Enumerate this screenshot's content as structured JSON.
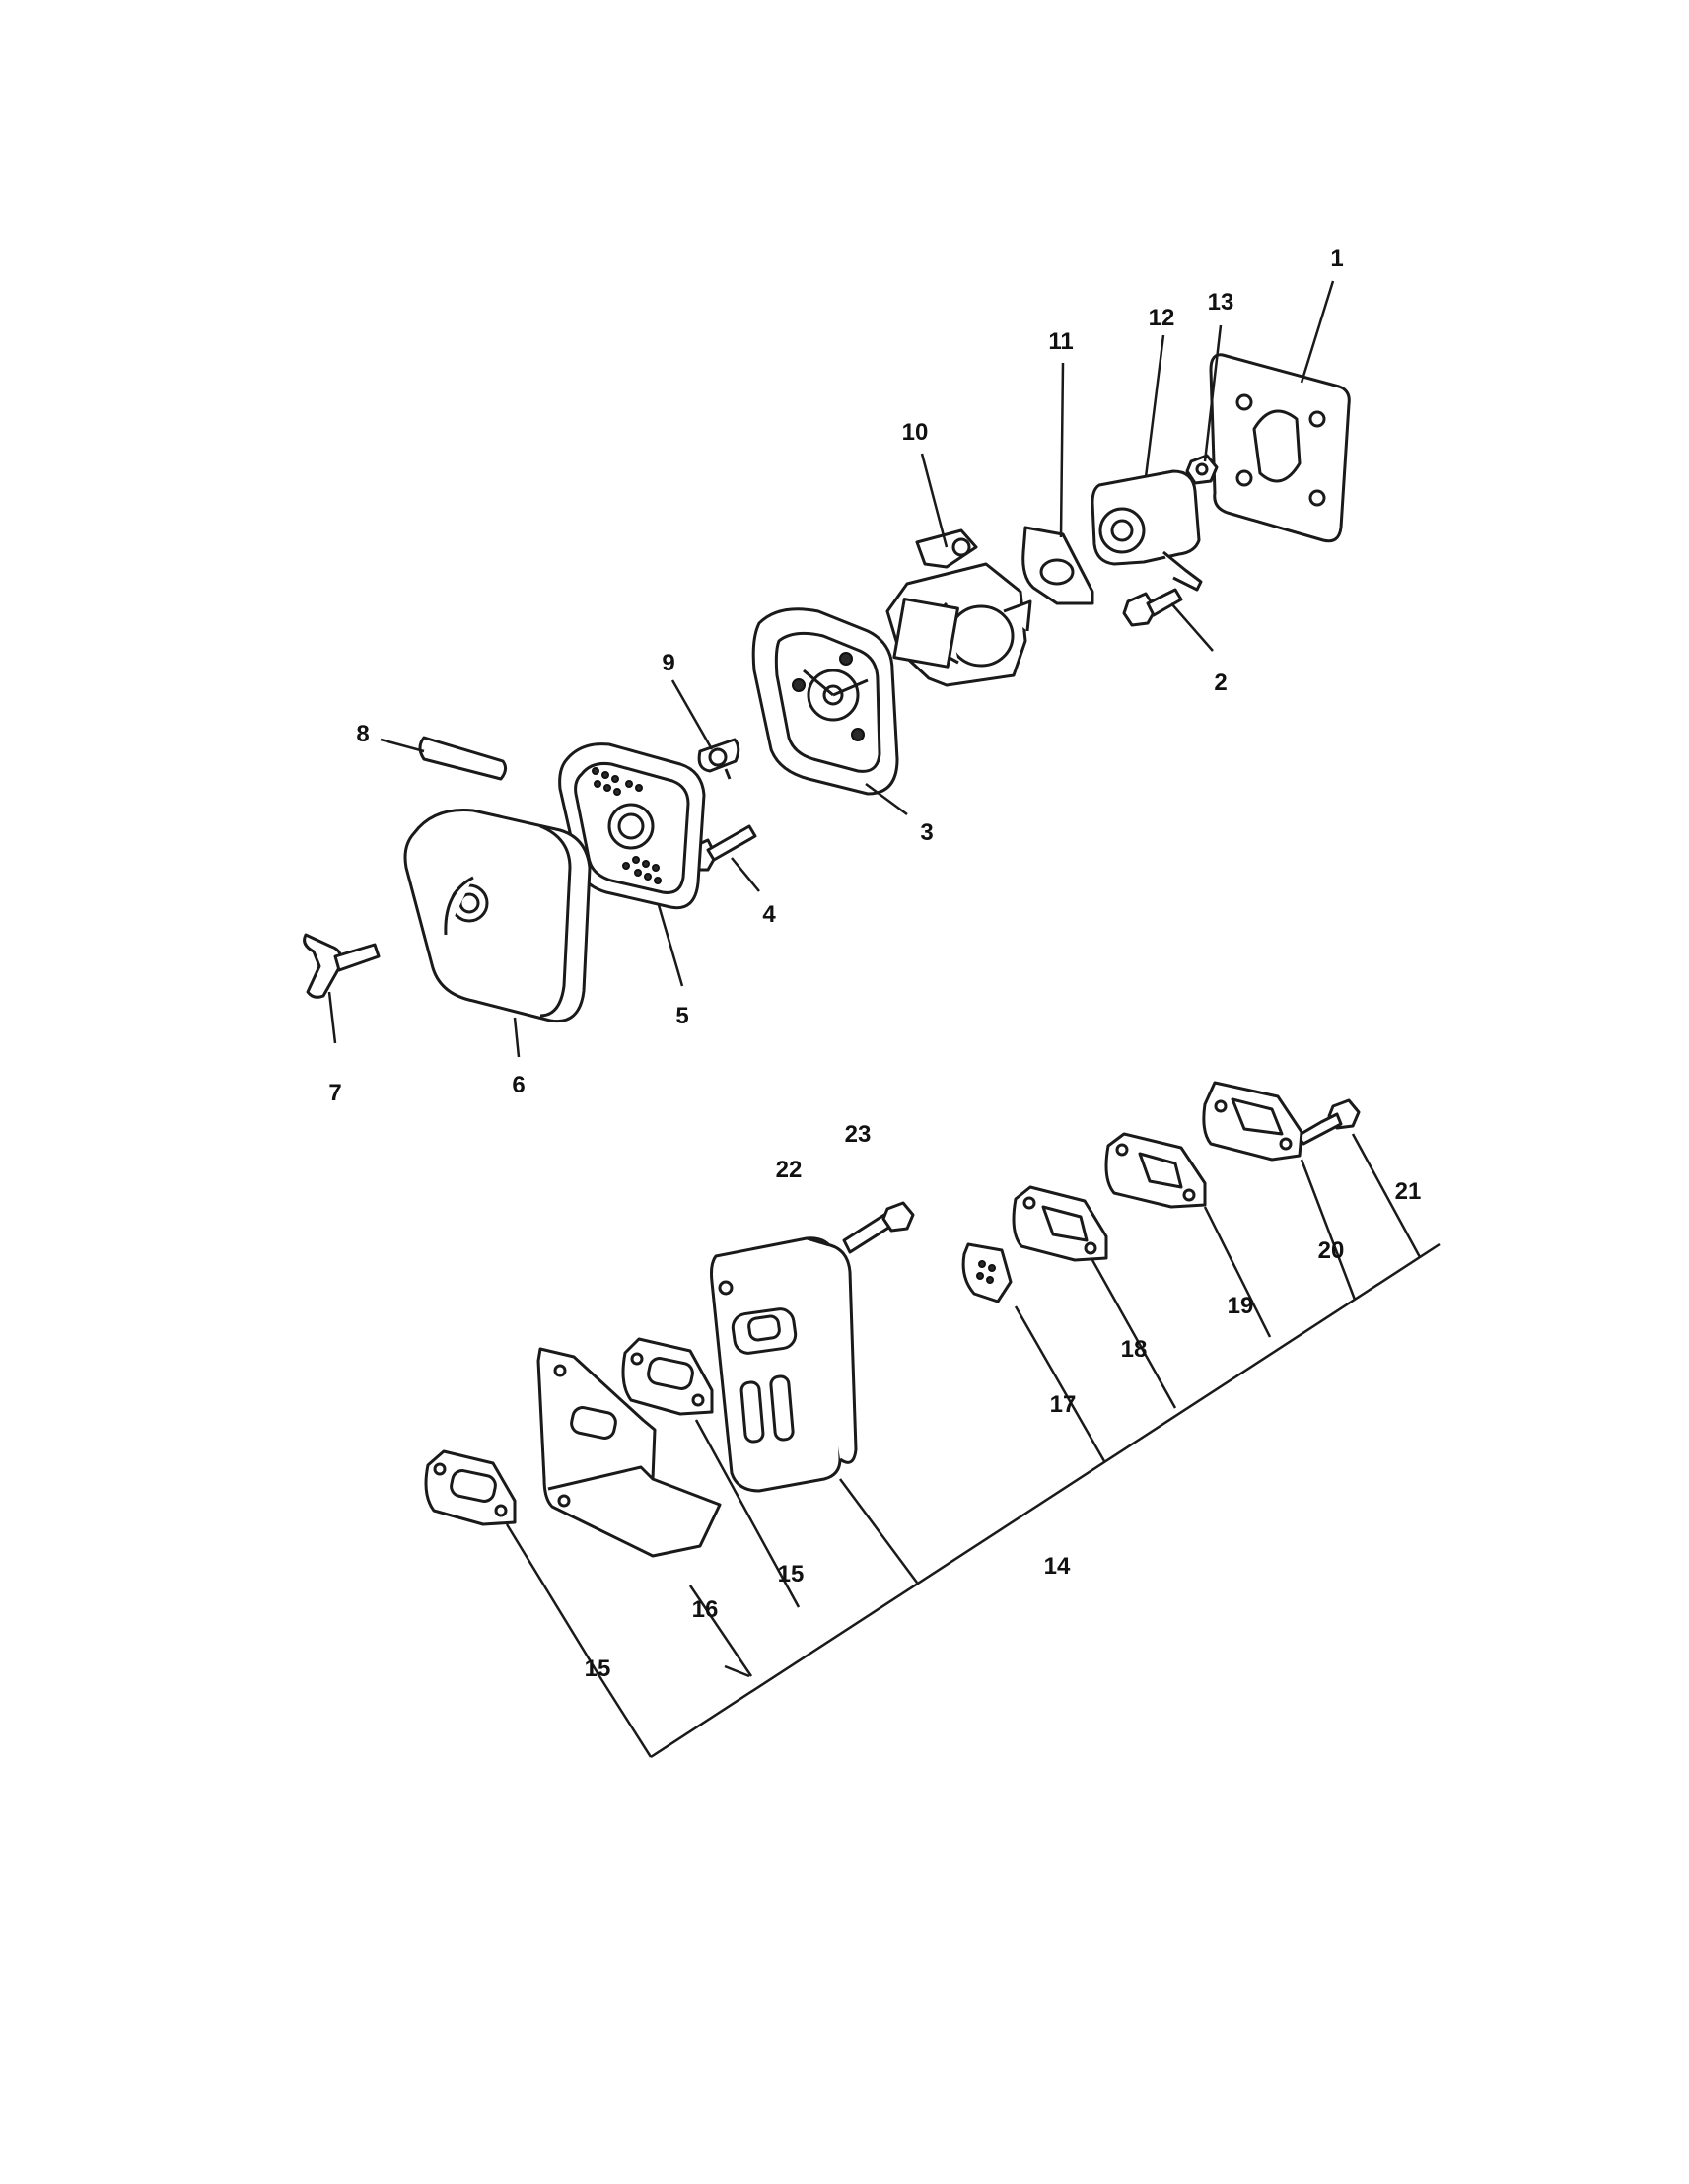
{
  "callouts": [
    {
      "id": "c1",
      "label": "1"
    },
    {
      "id": "c2",
      "label": "2"
    },
    {
      "id": "c3",
      "label": "3"
    },
    {
      "id": "c4",
      "label": "4"
    },
    {
      "id": "c5",
      "label": "5"
    },
    {
      "id": "c6",
      "label": "6"
    },
    {
      "id": "c7",
      "label": "7"
    },
    {
      "id": "c8",
      "label": "8"
    },
    {
      "id": "c9",
      "label": "9"
    },
    {
      "id": "c10",
      "label": "10"
    },
    {
      "id": "c11",
      "label": "11"
    },
    {
      "id": "c12",
      "label": "12"
    },
    {
      "id": "c13",
      "label": "13"
    },
    {
      "id": "c14",
      "label": "14"
    },
    {
      "id": "c15a",
      "label": "15"
    },
    {
      "id": "c15b",
      "label": "15"
    },
    {
      "id": "c15c",
      "label": "15"
    },
    {
      "id": "c16",
      "label": "16"
    },
    {
      "id": "c17",
      "label": "17"
    },
    {
      "id": "c18",
      "label": "18"
    },
    {
      "id": "c19",
      "label": "19"
    },
    {
      "id": "c20",
      "label": "20"
    },
    {
      "id": "c21",
      "label": "21"
    },
    {
      "id": "c22",
      "label": "22"
    },
    {
      "id": "c23",
      "label": "23"
    }
  ]
}
